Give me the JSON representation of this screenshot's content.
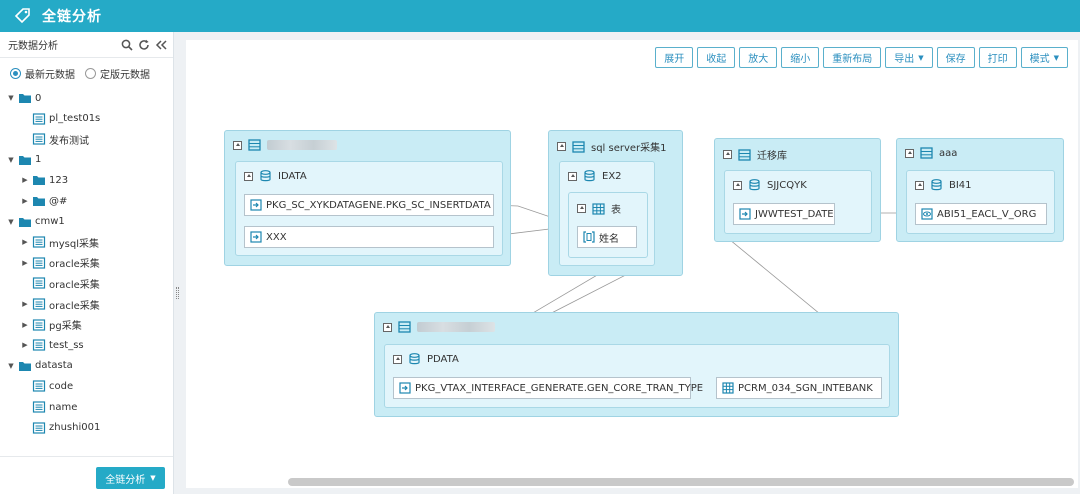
{
  "app": {
    "title": "全链分析"
  },
  "sidebar": {
    "header": "元数据分析",
    "radios": [
      {
        "label": "最新元数据",
        "checked": true
      },
      {
        "label": "定版元数据",
        "checked": false
      }
    ],
    "tree": [
      {
        "label": "0",
        "type": "folder",
        "level": 0,
        "expanded": true
      },
      {
        "label": "pl_test01s",
        "type": "table",
        "level": 1
      },
      {
        "label": "发布测试",
        "type": "table",
        "level": 1
      },
      {
        "label": "1",
        "type": "folder",
        "level": 0,
        "expanded": true
      },
      {
        "label": "123",
        "type": "folder",
        "level": 1,
        "expanded": false
      },
      {
        "label": "@#",
        "type": "folder",
        "level": 1,
        "expanded": false
      },
      {
        "label": "cmw1",
        "type": "folder",
        "level": 0,
        "expanded": true
      },
      {
        "label": "mysql采集",
        "type": "table",
        "level": 1,
        "expanded": false
      },
      {
        "label": "oracle采集",
        "type": "table",
        "level": 1,
        "expanded": false
      },
      {
        "label": "oracle采集",
        "type": "table",
        "level": 1
      },
      {
        "label": "oracle采集",
        "type": "table",
        "level": 1,
        "expanded": false
      },
      {
        "label": "pg采集",
        "type": "table",
        "level": 1,
        "expanded": false
      },
      {
        "label": "test_ss",
        "type": "table",
        "level": 1,
        "expanded": false
      },
      {
        "label": "datasta",
        "type": "folder",
        "level": 0,
        "expanded": true
      },
      {
        "label": "code",
        "type": "table",
        "level": 1
      },
      {
        "label": "name",
        "type": "table",
        "level": 1
      },
      {
        "label": "zhushi001",
        "type": "table",
        "level": 1
      }
    ],
    "footer_button": "全链分析"
  },
  "toolbar": {
    "expand": "展开",
    "collapse": "收起",
    "zoom_in": "放大",
    "zoom_out": "缩小",
    "relayout": "重新布局",
    "export": "导出",
    "save": "保存",
    "print": "打印",
    "mode": "模式"
  },
  "diagram": {
    "g1": {
      "title": "",
      "schema": "IDATA",
      "nodes": [
        "PKG_SC_XYKDATAGENE.PKG_SC_INSERTDATA",
        "XXX"
      ]
    },
    "g2": {
      "title": "sql server采集1",
      "schema": "EX2",
      "table": "表",
      "field": "姓名"
    },
    "g3": {
      "title": "迁移库",
      "schema": "SJJCQYK",
      "node": "JWWTEST_DATE"
    },
    "g4": {
      "title": "aaa",
      "schema": "BI41",
      "node": "ABI51_EACL_V_ORG"
    },
    "g5": {
      "title": "",
      "schema": "PDATA",
      "nodes": [
        "PKG_VTAX_INTERFACE_GENERATE.GEN_CORE_TRAN_TYPE",
        "PCRM_034_SGN_INTEBANK"
      ]
    }
  }
}
